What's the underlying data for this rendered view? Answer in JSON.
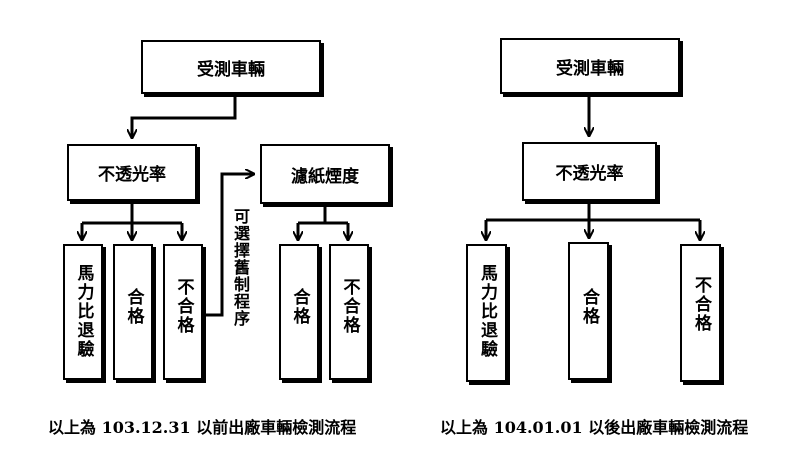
{
  "left_flow": {
    "start": "受測車輛",
    "opacity": "不透光率",
    "filter_smoke": "濾紙煙度",
    "horsepower_test": "馬力比退驗",
    "pass": "合格",
    "fail": "不合格",
    "optional_note": "可選擇舊制程序",
    "filter_pass": "合格",
    "filter_fail": "不合格",
    "caption": "以上為 103.12.31 以前出廠車輛檢測流程"
  },
  "right_flow": {
    "start": "受測車輛",
    "opacity": "不透光率",
    "horsepower_test": "馬力比退驗",
    "pass": "合格",
    "fail": "不合格",
    "caption": "以上為 104.01.01 以後出廠車輛檢測流程"
  }
}
